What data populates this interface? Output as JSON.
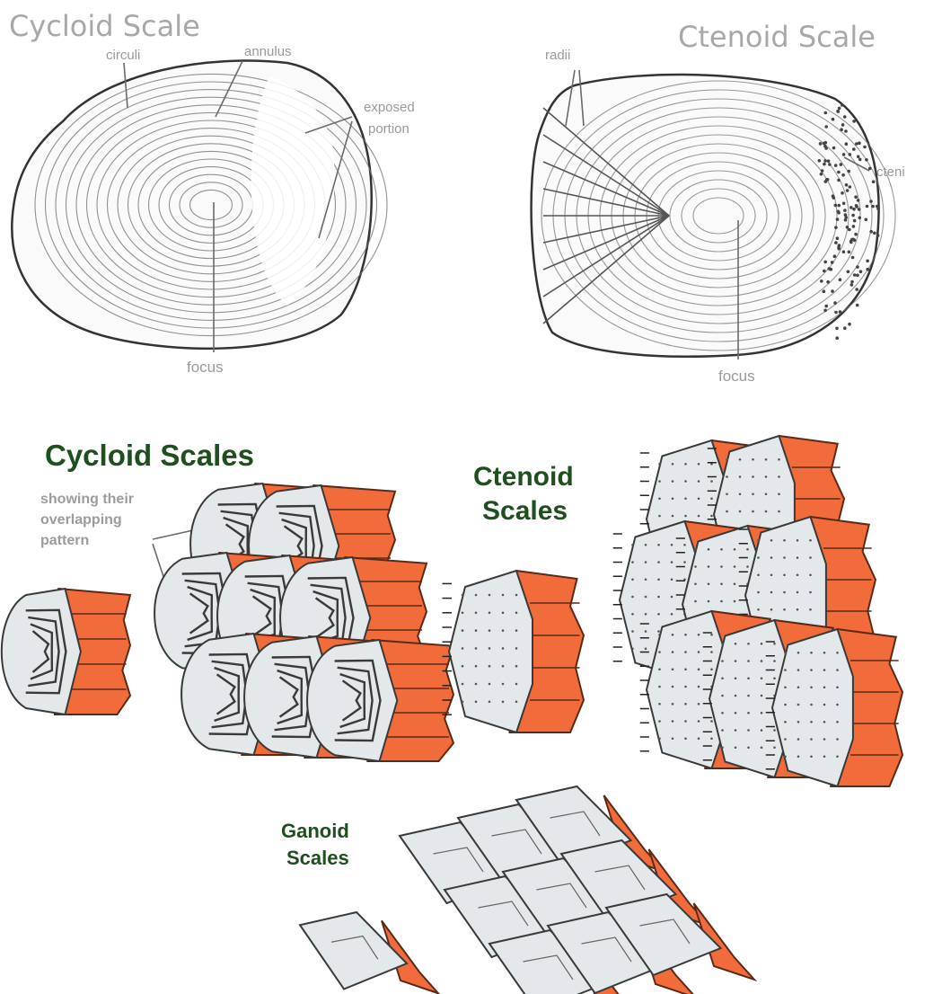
{
  "labels": {
    "cycloid_scale": "Cycloid Scale",
    "ctenoid_scale": "Ctenoid Scale",
    "circuli": "circuli",
    "annulus": "annulus",
    "exposed_portion_1": "exposed",
    "exposed_portion_2": "portion",
    "focus_left": "focus",
    "radii": "radii",
    "cteni": "cteni",
    "focus_right": "focus",
    "cycloid_scales": "Cycloid Scales",
    "overlap_1": "showing their",
    "overlap_2": "overlapping",
    "overlap_3": "pattern",
    "ctenoid_scales_1": "Ctenoid",
    "ctenoid_scales_2": "Scales",
    "ganoid_scales_1": "Ganoid",
    "ganoid_scales_2": "Scales"
  },
  "colors": {
    "scale_fill": "#e3e8ea",
    "scale_edge": "#f26b3a",
    "heading_green": "#1f4e1f",
    "label_gray": "#9a9a9a"
  }
}
